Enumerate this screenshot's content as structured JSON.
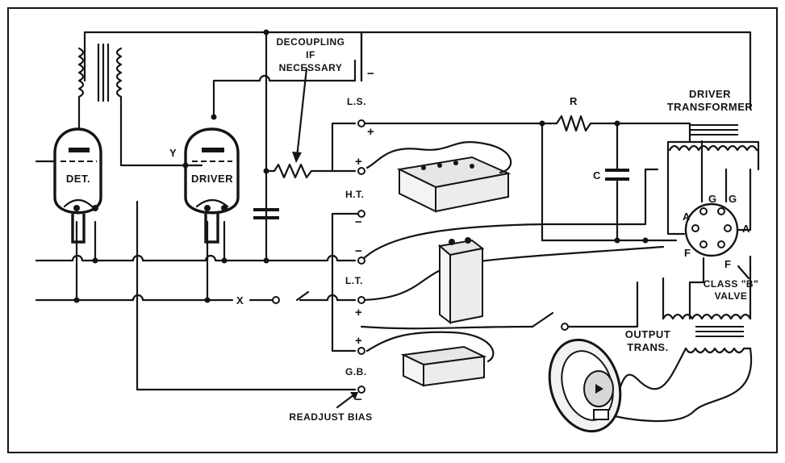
{
  "labels": {
    "decoupling_line1": "DECOUPLING",
    "decoupling_line2": "IF",
    "decoupling_line3": "NECESSARY",
    "ls": "L.S.",
    "ht": "H.T.",
    "lt": "L.T.",
    "gb": "G.B.",
    "det": "DET.",
    "driver": "DRIVER",
    "y": "Y",
    "x": "X",
    "r": "R",
    "c": "C",
    "driver_transformer_line1": "DRIVER",
    "driver_transformer_line2": "TRANSFORMER",
    "class_b_line1": "CLASS \"B\"",
    "class_b_line2": "VALVE",
    "output_trans_line1": "OUTPUT",
    "output_trans_line2": "TRANS.",
    "readjust_bias": "READJUST BIAS",
    "pin_g1": "G",
    "pin_g2": "G",
    "pin_a1": "A",
    "pin_a2": "A",
    "pin_f1": "F",
    "pin_f2": "F"
  },
  "signs": {
    "ls_minus": "−",
    "ls_plus": "+",
    "plus_mid": "+",
    "ht_minus": "−",
    "lt_minus": "−",
    "lt_plus": "+",
    "gb_plus": "+",
    "gb_minus": "−"
  },
  "colors": {
    "ink": "#141414",
    "paper": "#ffffff"
  }
}
